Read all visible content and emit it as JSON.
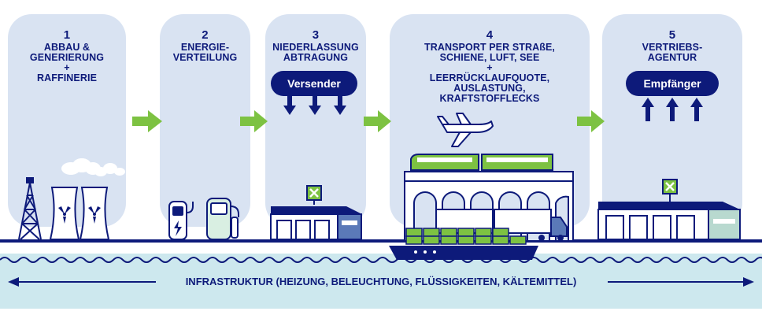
{
  "stages": [
    {
      "number": "1",
      "lines": [
        "ABBAU &",
        "GENERIERUNG",
        "+",
        "RAFFINERIE"
      ]
    },
    {
      "number": "2",
      "lines": [
        "ENERGIE-",
        "VERTEILUNG"
      ]
    },
    {
      "number": "3",
      "lines": [
        "NIEDERLASSUNG",
        "ABTRAGUNG"
      ]
    },
    {
      "number": "4",
      "lines": [
        "TRANSPORT PER STRAßE,",
        "SCHIENE, LUFT, SEE",
        "+",
        "LEERRÜCKLAUFQUOTE,",
        "AUSLASTUNG,",
        "KRAFTSTOFFLECKS"
      ]
    },
    {
      "number": "5",
      "lines": [
        "VERTRIEBS-",
        "AGENTUR"
      ]
    }
  ],
  "sender_label": "Versender",
  "receiver_label": "Empfänger",
  "infrastructure_label": "INFRASTRUKTUR (HEIZUNG, BELEUCHTUNG, FLÜSSIGKEITEN, KÄLTEMITTEL)",
  "colors": {
    "navy": "#0d1a7a",
    "panel": "#d9e3f2",
    "green": "#7dc242",
    "water": "#cde8ee",
    "steel": "#5b79b8"
  }
}
